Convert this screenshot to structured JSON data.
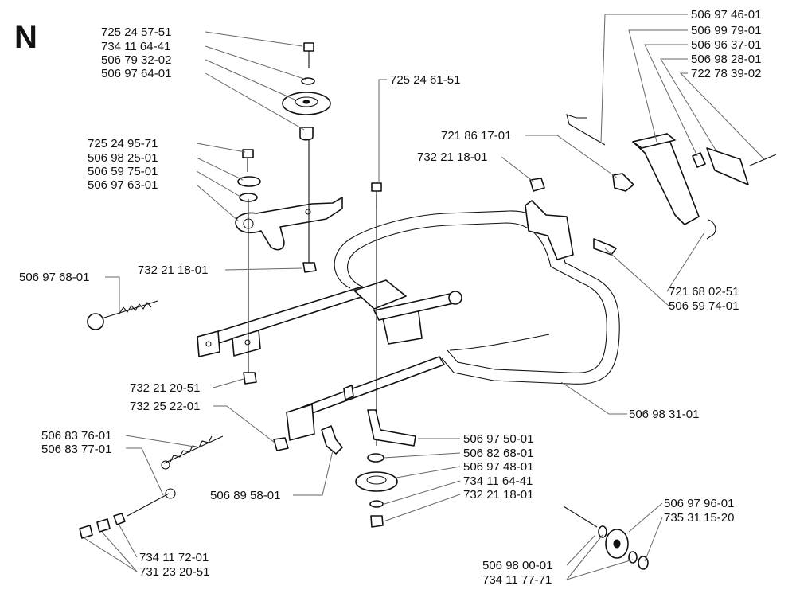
{
  "section_letter": "N",
  "part_numbers": [
    "725 24 57-51",
    "734 11 64-41",
    "506 79 32-02",
    "506 97 64-01",
    "725 24 95-71",
    "506 98 25-01",
    "506 59 75-01",
    "506 97 63-01",
    "732 21 18-01",
    "506 97 68-01",
    "732 21 20-51",
    "732 25 22-01",
    "506 83 76-01",
    "506 83 77-01",
    "734 11 72-01",
    "731 23 20-51",
    "506 89 58-01",
    "725 24 61-51",
    "732 21 18-01",
    "721 86 17-01",
    "506 97 46-01",
    "506 99 79-01",
    "506 96 37-01",
    "506 98 28-01",
    "722 78 39-02",
    "721 68 02-51",
    "506 59 74-01",
    "506 98 31-01",
    "506 97 50-01",
    "506 82 68-01",
    "506 97 48-01",
    "734 11 64-41",
    "732 21 18-01",
    "506 97 96-01",
    "735 31 15-20",
    "506 98 00-01",
    "734 11 77-71"
  ]
}
